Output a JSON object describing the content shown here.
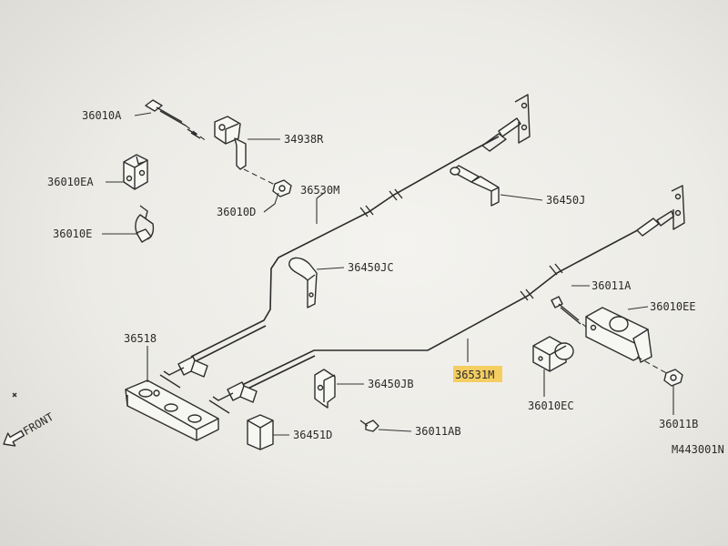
{
  "diagram": {
    "drawing_code": "M443001N",
    "front_label": "FRONT",
    "highlight_color": "#f6c84a",
    "highlighted_part": "36531M",
    "labels": {
      "p36010A": "36010A",
      "p34938R": "34938R",
      "p36010EA": "36010EA",
      "p36530M": "36530M",
      "p36450J": "36450J",
      "p36010D": "36010D",
      "p36010E": "36010E",
      "p36450JC": "36450JC",
      "p36011A": "36011A",
      "p36010EE": "36010EE",
      "p36518": "36518",
      "p36450JB": "36450JB",
      "p36531M": "36531M",
      "p36010EC": "36010EC",
      "p36011B": "36011B",
      "p36451D": "36451D",
      "p36011AB": "36011AB"
    }
  }
}
